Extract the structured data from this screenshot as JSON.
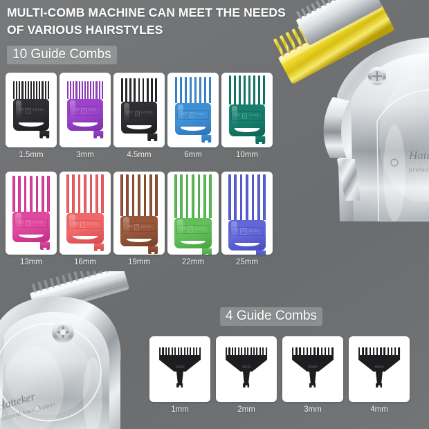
{
  "headline": "MULTI-COMB MACHINE CAN MEET THE NEEDS OF VARIOUS HAIRSTYLES",
  "sections": {
    "guide10": {
      "badge": "10 Guide Combs"
    },
    "guide4": {
      "badge": "4 Guide Combs"
    }
  },
  "background_color": "#6f7173",
  "guide_combs_10": [
    {
      "label": "1.5mm",
      "color": "#2f2f33",
      "color_dark": "#1b1b1e",
      "teeth": 13,
      "tooth_height": 26,
      "imperial": "1/8\"",
      "number": "1",
      "metric": "1.5 mm"
    },
    {
      "label": "3mm",
      "color": "#9b43c9",
      "color_dark": "#7a2fa6",
      "teeth": 13,
      "tooth_height": 26,
      "imperial": "1/8\"",
      "number": "2",
      "metric": "3 mm"
    },
    {
      "label": "4.5mm",
      "color": "#2f2f33",
      "color_dark": "#1b1b1e",
      "teeth": 9,
      "tooth_height": 34,
      "imperial": "3/16\"",
      "number": "3",
      "metric": "4.5 mm"
    },
    {
      "label": "6mm",
      "color": "#3f8fd4",
      "color_dark": "#2f72b3",
      "teeth": 8,
      "tooth_height": 38,
      "imperial": "1/4\"",
      "number": "4",
      "metric": "6 mm"
    },
    {
      "label": "10mm",
      "color": "#177f6e",
      "color_dark": "#0f6355",
      "teeth": 8,
      "tooth_height": 42,
      "imperial": "3/8\"",
      "number": "5",
      "metric": "10 mm"
    }
  ],
  "guide_combs_10_row2": [
    {
      "label": "13mm",
      "color": "#e0479f",
      "color_dark": "#bd2f82",
      "teeth": 7,
      "tooth_height": 52,
      "imperial": "1/2\"",
      "number": "6",
      "metric": "13 mm"
    },
    {
      "label": "16mm",
      "color": "#f0686a",
      "color_dark": "#d24a4d",
      "teeth": 7,
      "tooth_height": 56,
      "imperial": "5/8\"",
      "number": "7",
      "metric": "16 mm"
    },
    {
      "label": "19mm",
      "color": "#97563a",
      "color_dark": "#76402a",
      "teeth": 7,
      "tooth_height": 60,
      "imperial": "3/4\"",
      "number": "8",
      "metric": "19 mm"
    },
    {
      "label": "22mm",
      "color": "#62bf5a",
      "color_dark": "#47a341",
      "teeth": 7,
      "tooth_height": 63,
      "imperial": "7/8\"",
      "number": "9",
      "metric": "22 mm"
    },
    {
      "label": "25mm",
      "color": "#6166d8",
      "color_dark": "#464cbb",
      "teeth": 7,
      "tooth_height": 66,
      "imperial": "1\"",
      "number": "10",
      "metric": "25 mm"
    }
  ],
  "guide_combs_4": [
    {
      "label": "1mm",
      "teeth": 14,
      "emboss": "1mm"
    },
    {
      "label": "2mm",
      "teeth": 14,
      "emboss": "2mm"
    },
    {
      "label": "3mm",
      "teeth": 12,
      "emboss": "3mm"
    },
    {
      "label": "4mm",
      "teeth": 12,
      "emboss": "4mm"
    }
  ],
  "devices": {
    "top_right": {
      "name": "hair-clipper-gold-blade",
      "brand": "Hateker",
      "sub_brand": "professional"
    },
    "bottom_left": {
      "name": "hair-trimmer-chrome",
      "brand": "Hatteker",
      "sub_brand": "professional hair clipper"
    }
  }
}
